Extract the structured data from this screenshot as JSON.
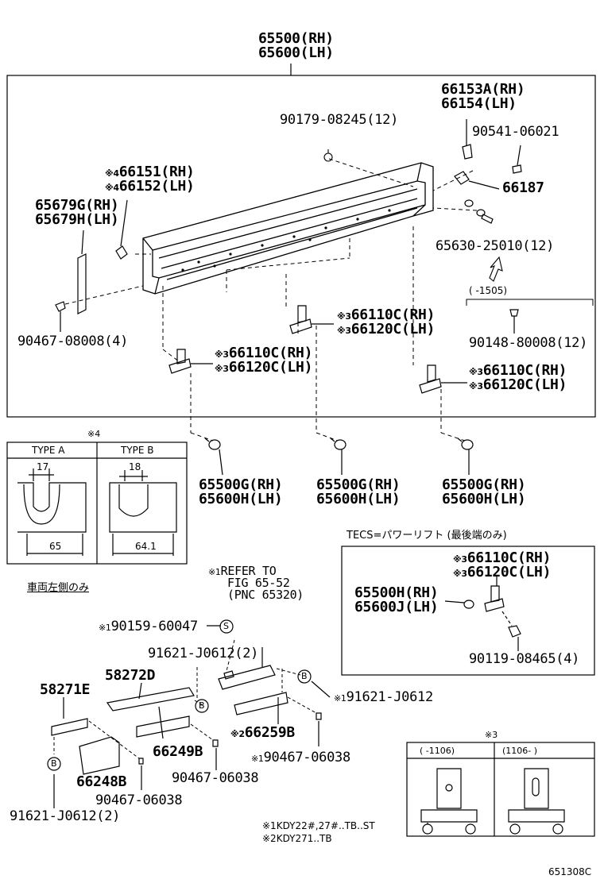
{
  "main": {
    "assembly_rh": "65500(RH)",
    "assembly_lh": "65600(LH)",
    "labels": {
      "p90179": "90179-08245(12)",
      "p66153a": "66153A(RH)",
      "p66154": "66154(LH)",
      "p90541": "90541-06021",
      "p66187": "66187",
      "p66151_mark": "※4",
      "p66151": "66151(RH)",
      "p66152_mark": "※4",
      "p66152": "66152(LH)",
      "p65679g": "65679G(RH)",
      "p65679h": "65679H(LH)",
      "p65630": "65630-25010(12)",
      "p1505": "(    -1505)",
      "p90148": "90148-80008(12)",
      "p90467_08008": "90467-08008(4)",
      "hinge_mark": "※3",
      "hinge_rh": "66110C(RH)",
      "hinge_lh": "66120C(LH)",
      "bolt_rh": "65500G(RH)",
      "bolt_lh": "65600H(LH)"
    }
  },
  "type_box": {
    "mark": "※4",
    "type_a": "TYPE A",
    "type_b": "TYPE B",
    "dim_a_top": "17",
    "dim_b_top": "18",
    "dim_a_bottom": "65",
    "dim_b_bottom": "64.1"
  },
  "tecs": {
    "title": "TECS=パワーリフト (最後端のみ)",
    "hinge_mark": "※3",
    "hinge_rh": "66110C(RH)",
    "hinge_lh": "66120C(LH)",
    "p65500h": "65500H(RH)",
    "p65600j": "65600J(LH)",
    "p90119": "90119-08465(4)"
  },
  "lower": {
    "left_side_only": "車両左側のみ",
    "refer_mark": "※1",
    "refer_1": "REFER TO",
    "refer_2": "FIG 65-52",
    "refer_3": "(PNC 65320)",
    "p90159_mark": "※1",
    "p90159": "90159-60047",
    "circle_s": "S",
    "p91621_2a": "91621-J0612(2)",
    "p58272d": "58272D",
    "p58271e": "58271E",
    "circle_b": "B",
    "p91621_mark": "※1",
    "p91621": "91621-J0612",
    "p66259b_mark": "※2",
    "p66259b": "66259B",
    "p66249b": "66249B",
    "p90467_06038_mark": "※1",
    "p90467_06038": "90467-06038",
    "p90467_06038_b": "90467-06038",
    "p90467_06038_c": "90467-06038",
    "p66248b": "66248B",
    "p91621_2b": "91621-J0612(2)"
  },
  "notes": {
    "n1_mark": "※1",
    "n1": "KDY22#,27#..TB..ST",
    "n2_mark": "※2",
    "n2": "KDY271..TB"
  },
  "hinge_box": {
    "mark": "※3",
    "col1": "(     -1106)",
    "col2": "(1106-      )"
  },
  "footer": {
    "code": "651308C"
  }
}
